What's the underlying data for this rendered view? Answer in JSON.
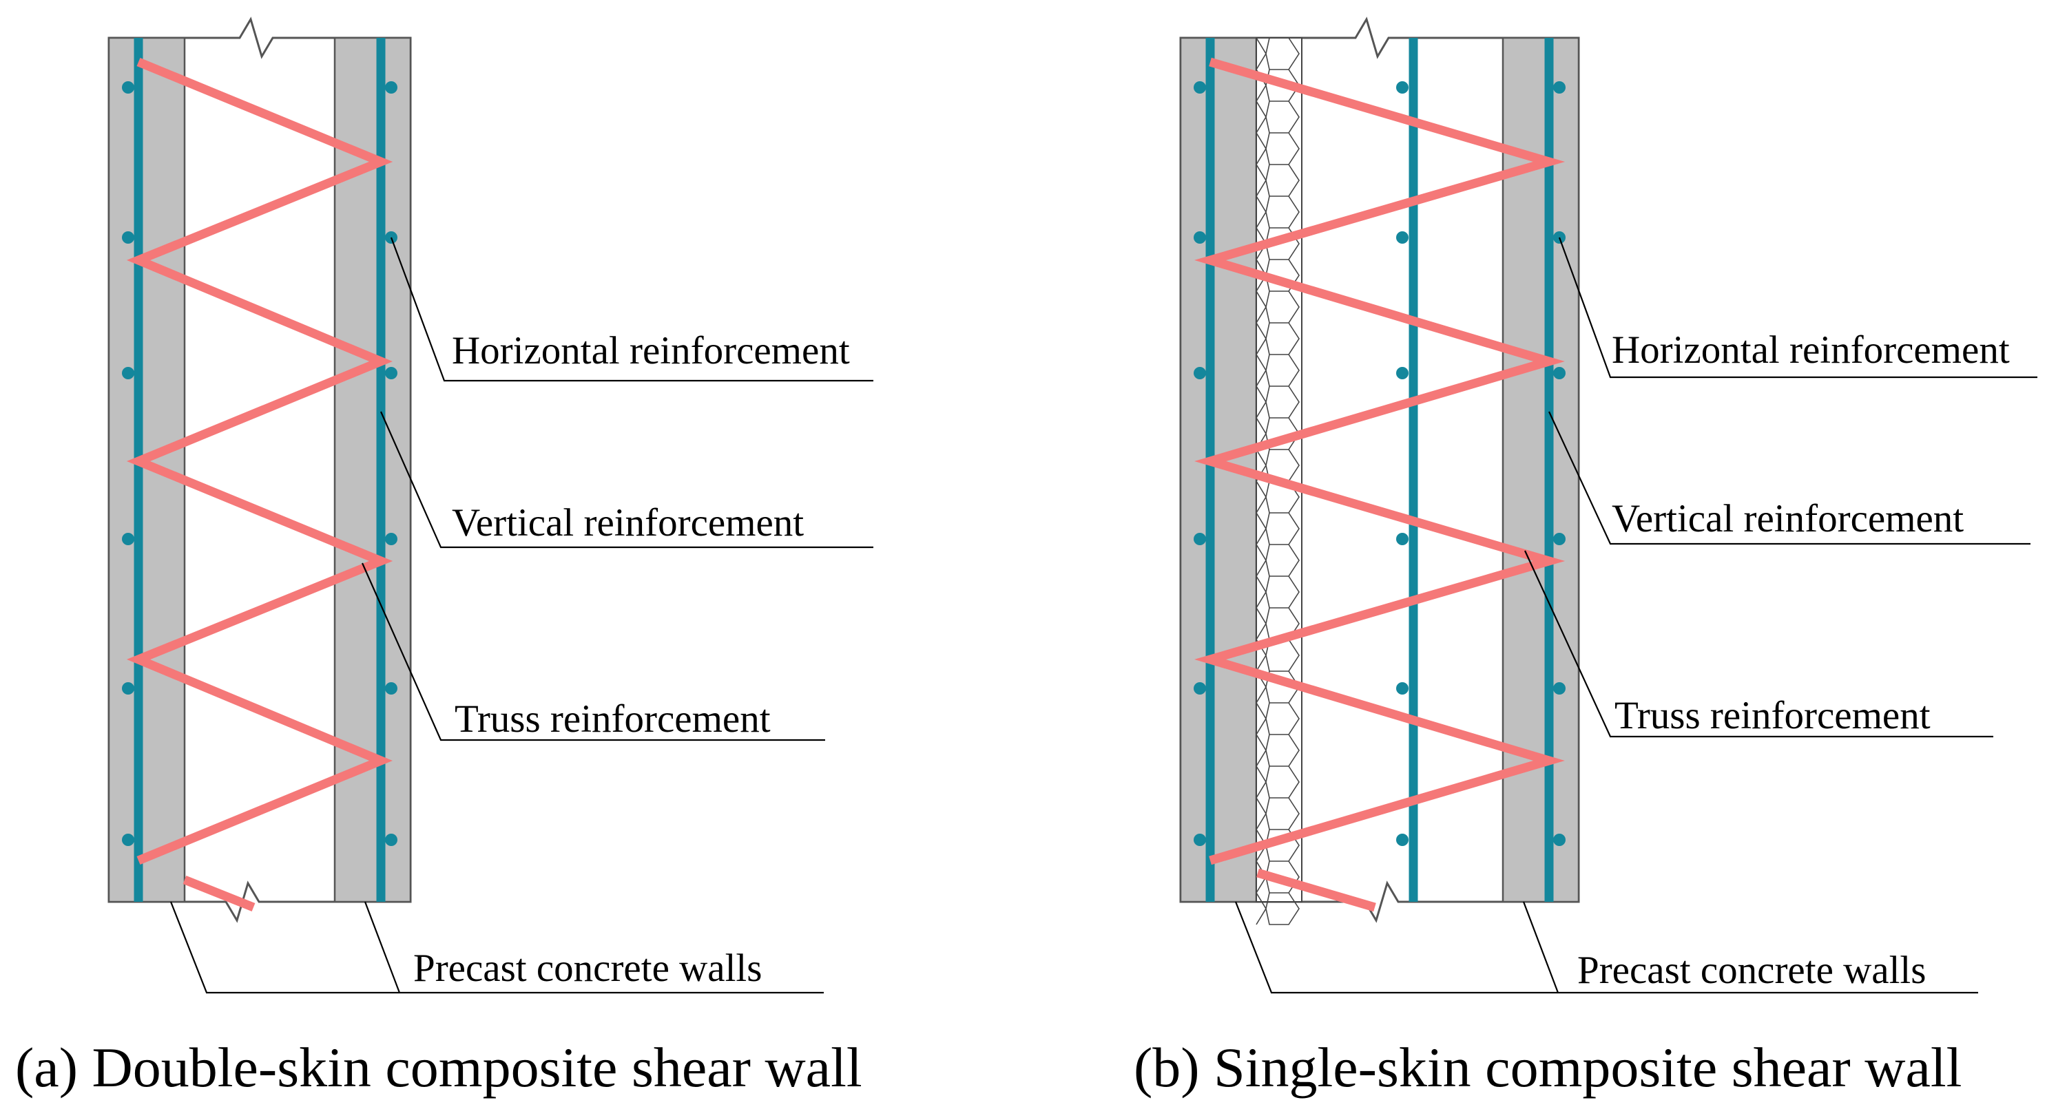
{
  "figure": {
    "panels": [
      {
        "id": "a",
        "caption": "(a) Double-skin composite shear wall",
        "labels": {
          "horizontal": "Horizontal reinforcement",
          "vertical": "Vertical reinforcement",
          "truss": "Truss reinforcement",
          "walls": "Precast concrete walls"
        }
      },
      {
        "id": "b",
        "caption": "(b) Single-skin composite shear wall",
        "labels": {
          "horizontal": "Horizontal reinforcement",
          "vertical": "Vertical reinforcement",
          "truss": "Truss reinforcement",
          "walls": "Precast concrete walls"
        }
      }
    ],
    "colors": {
      "concrete": "#c0c0c0",
      "reinforcement_steel": "#14879c",
      "truss": "#f57878",
      "outline": "#555555"
    }
  }
}
